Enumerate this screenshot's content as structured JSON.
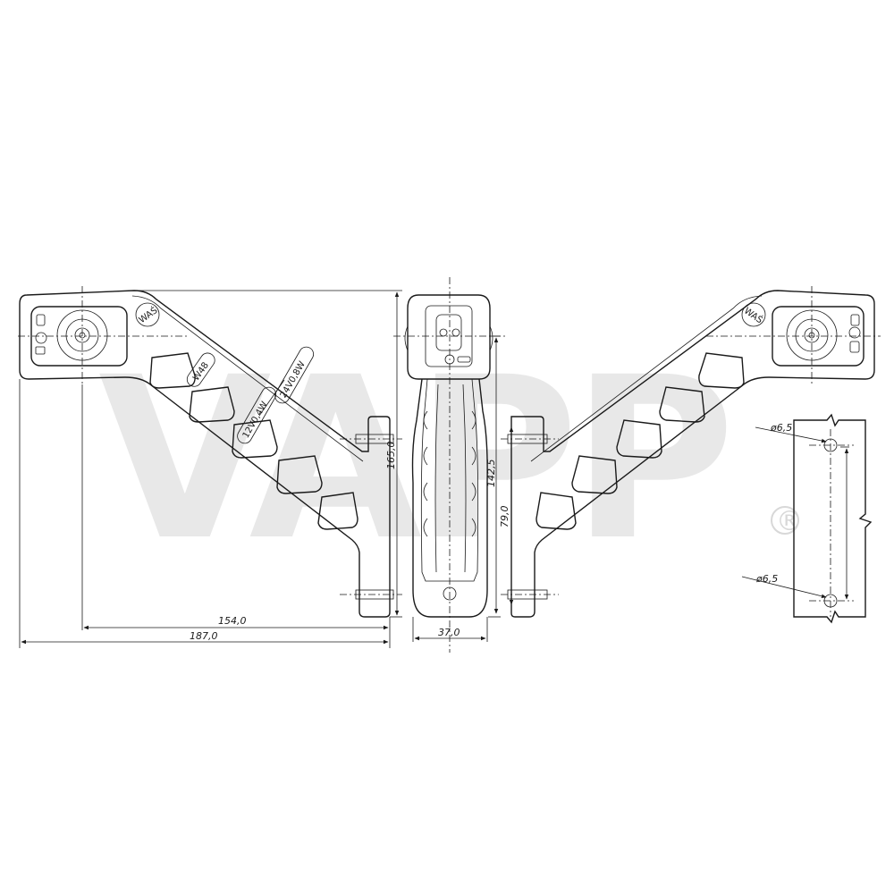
{
  "watermark": {
    "text": "VAPP",
    "registered_mark": "®"
  },
  "labels": {
    "bulb_type": "W48",
    "rating_24v": "24V0,8W",
    "rating_12v": "12V0,4W",
    "logo": "WAŚ"
  },
  "dimensions": {
    "overall_width": "187,0",
    "mount_offset": "154,0",
    "overall_height": "165,0",
    "arm_height": "142,5",
    "hole_spacing": "79,0",
    "body_width": "37,0",
    "hole_diameter_top": "ø6,5",
    "hole_diameter_bottom": "ø6,5"
  },
  "colors": {
    "line": "#1a1a1a",
    "watermark": "#e8e8e8"
  }
}
